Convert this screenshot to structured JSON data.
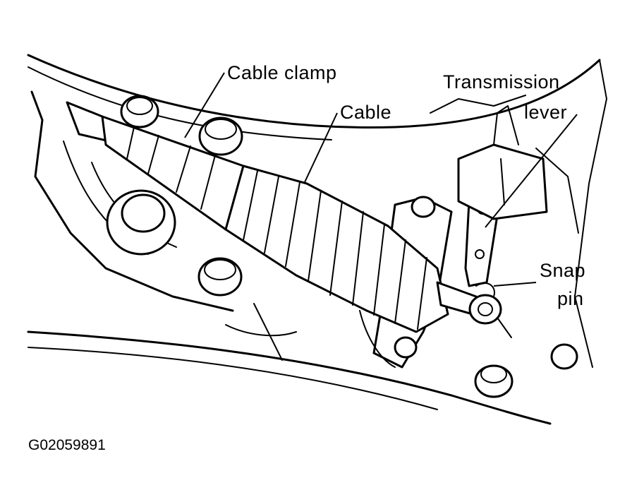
{
  "labels": {
    "cable_clamp": "Cable clamp",
    "cable": "Cable",
    "transmission_lever_line1": "Transmission",
    "transmission_lever_line2": "lever",
    "snap_pin_line1": "Snap",
    "snap_pin_line2": "pin"
  },
  "figure_id": "G02059891"
}
